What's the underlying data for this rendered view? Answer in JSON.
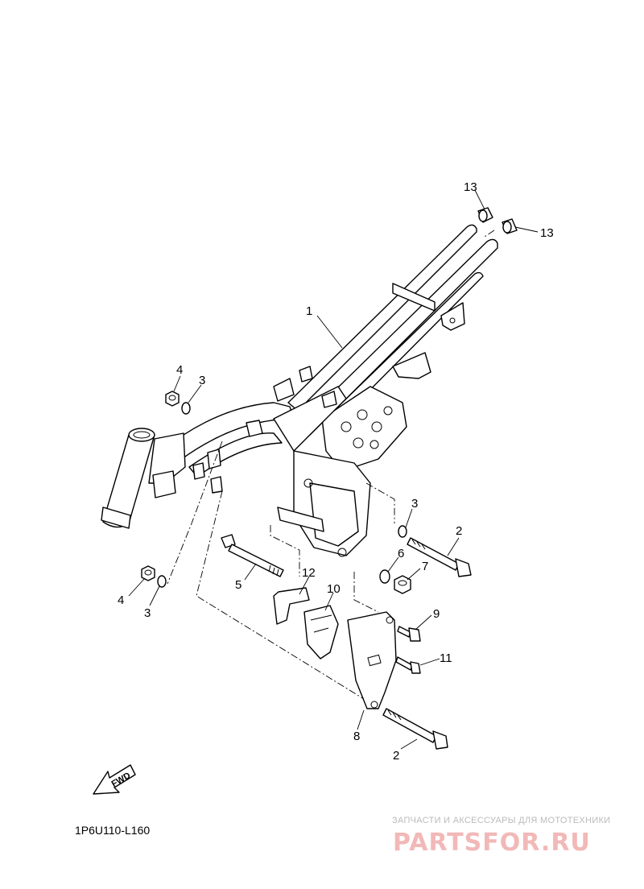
{
  "callouts": {
    "c1": "1",
    "c2a": "2",
    "c2b": "2",
    "c3a": "3",
    "c3b": "3",
    "c3c": "3",
    "c4a": "4",
    "c4b": "4",
    "c5": "5",
    "c6": "6",
    "c7": "7",
    "c8": "8",
    "c9": "9",
    "c10": "10",
    "c11": "11",
    "c12": "12",
    "c13a": "13",
    "c13b": "13"
  },
  "diagram_code": "1P6U110-L160",
  "fwd_label": "FWD",
  "watermark": {
    "tagline": "ЗАПЧАСТИ И АКСЕССУАРЫ ДЛЯ МОТОТЕХНИКИ",
    "logo": "PARTSFOR.RU",
    "color": "#e57373"
  }
}
